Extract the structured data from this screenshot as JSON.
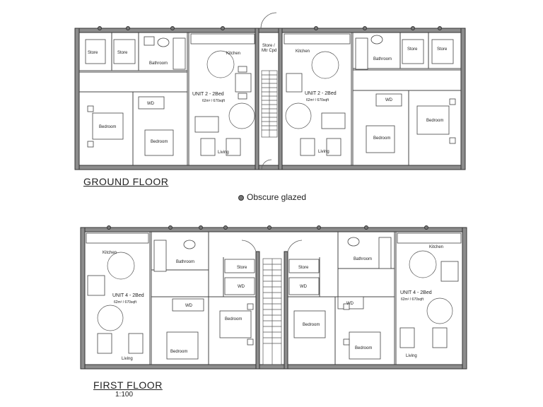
{
  "ground_floor": {
    "title": "GROUND FLOOR",
    "left_unit": {
      "title": "UNIT 2 - 2Bed",
      "area": "62m² / 670sqft"
    },
    "right_unit": {
      "title": "UNIT 2 - 2Bed",
      "area": "62m² / 670sqft"
    },
    "labels": {
      "store": "Store",
      "bathroom": "Bathroom",
      "kitchen": "Kitchen",
      "wd": "WD",
      "bedroom": "Bedroom",
      "living": "Living",
      "store_mtr": "Store /",
      "mtr_cpd": "Mtr Cpd"
    }
  },
  "first_floor": {
    "title": "FIRST FLOOR",
    "left_unit": {
      "title": "UNIT 4 - 2Bed",
      "area": "62m² / 670sqft"
    },
    "right_unit": {
      "title": "UNIT 4 - 2Bed",
      "area": "62m² / 670sqft"
    },
    "labels": {
      "kitchen": "Kitchen",
      "bathroom": "Bathroom",
      "store": "Store",
      "wd": "WD",
      "bedroom": "Bedroom",
      "living": "Living"
    }
  },
  "legend": {
    "obscure_glazed": "Obscure glazed"
  },
  "scale": "1:100",
  "colors": {
    "wall": "#8c8c8c",
    "line": "#444444"
  }
}
